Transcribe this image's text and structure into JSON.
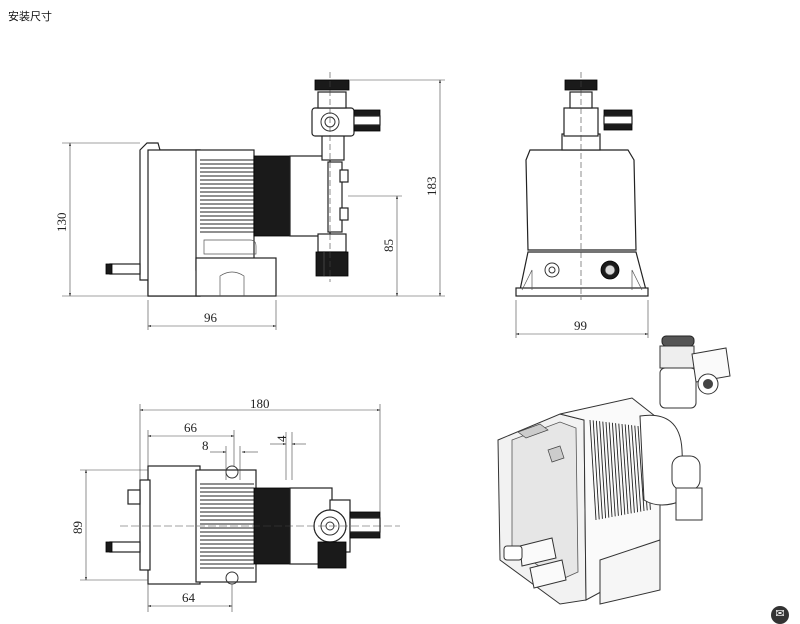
{
  "page": {
    "title": "安装尺寸"
  },
  "dimensions": {
    "side_height": "130",
    "side_width": "96",
    "side_total_height": "183",
    "side_port_height": "85",
    "front_width": "99",
    "top_total_length": "180",
    "top_offset_66": "66",
    "top_offset_8": "8",
    "top_offset_4": "4",
    "top_depth": "89",
    "top_base": "64"
  },
  "icons": {
    "corner": "chat-bubble-icon"
  },
  "colors": {
    "line": "#333333",
    "dark_part": "#1a1a1a",
    "background": "#ffffff"
  }
}
